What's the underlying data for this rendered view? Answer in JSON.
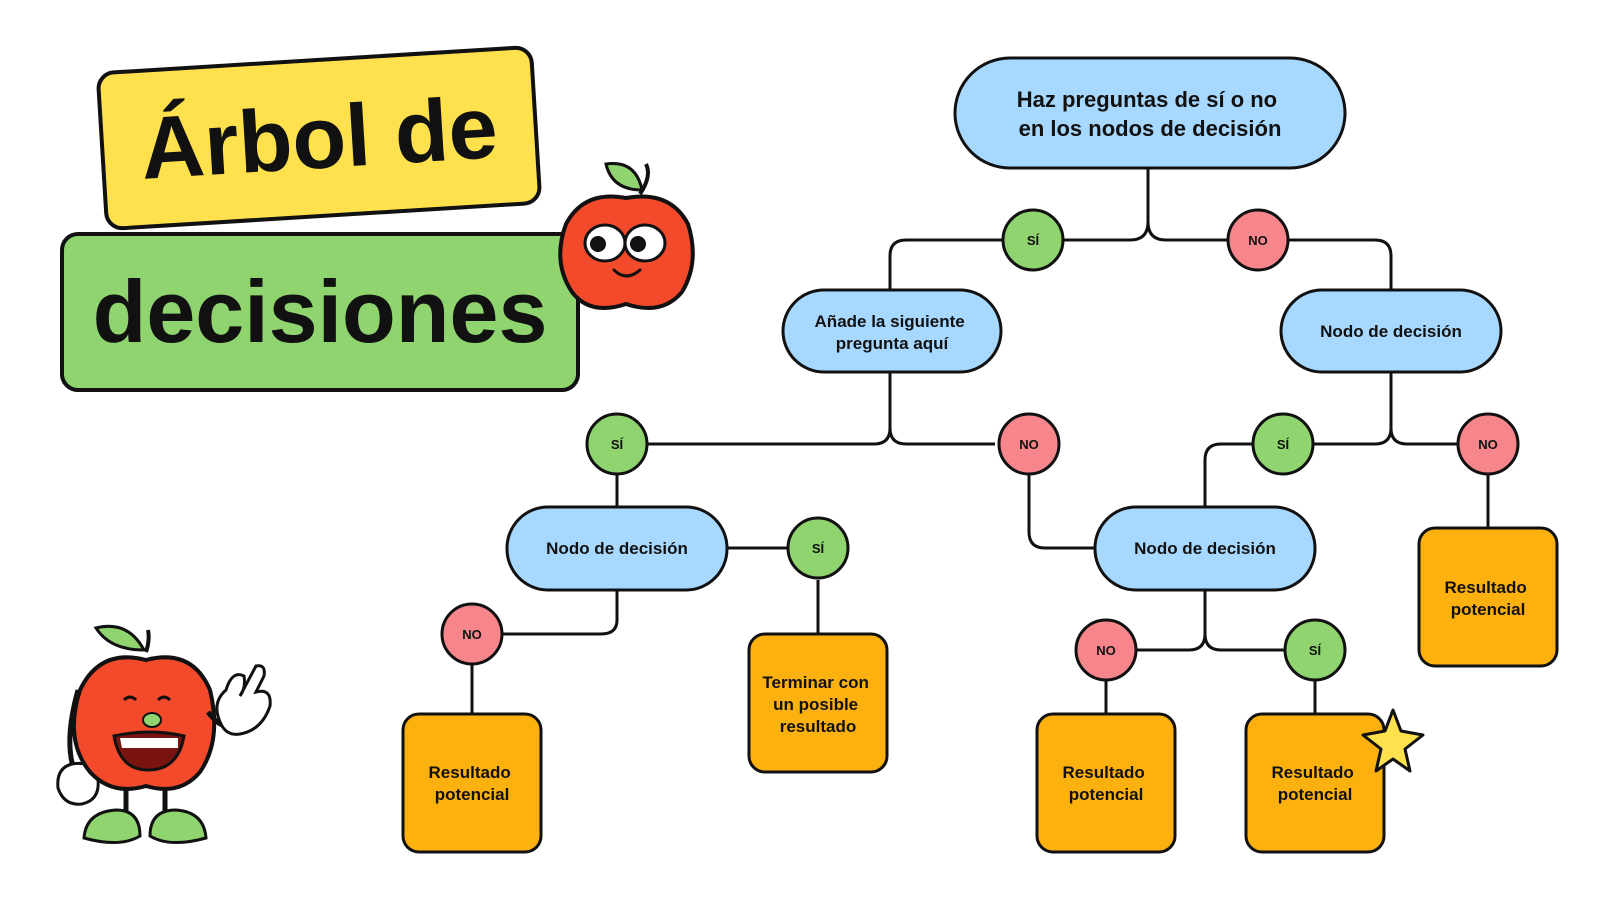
{
  "title": {
    "line1": "Árbol de",
    "line2": "decisiones"
  },
  "colors": {
    "question_node": "#A7D8FF",
    "outcome_node": "#FDB10F",
    "yes_badge": "#8FD46F",
    "no_badge": "#F7868C",
    "title_yellow": "#FFE14E",
    "title_green": "#8FD46F",
    "apple_red": "#F24A2A"
  },
  "nodes": {
    "root": {
      "lines": [
        "Haz preguntas de sí o no",
        "en los nodos de decisión"
      ]
    },
    "q_left": {
      "lines": [
        "Añade la siguiente",
        "pregunta aquí"
      ]
    },
    "q_right": {
      "lines": [
        "Nodo de decisión"
      ]
    },
    "q_ll": {
      "lines": [
        "Nodo de decisión"
      ]
    },
    "q_mid": {
      "lines": [
        "Nodo de decisión"
      ]
    },
    "o_ll_no": {
      "lines": [
        "Resultado",
        "potencial"
      ]
    },
    "o_ll_yes": {
      "lines": [
        "Terminar con",
        "un posible",
        "resultado"
      ]
    },
    "o_mid_no": {
      "lines": [
        "Resultado",
        "potencial"
      ]
    },
    "o_mid_yes": {
      "lines": [
        "Resultado",
        "potencial"
      ]
    },
    "o_right_no": {
      "lines": [
        "Resultado",
        "potencial"
      ]
    }
  },
  "badges": {
    "yes": "SÍ",
    "no": "NO"
  }
}
